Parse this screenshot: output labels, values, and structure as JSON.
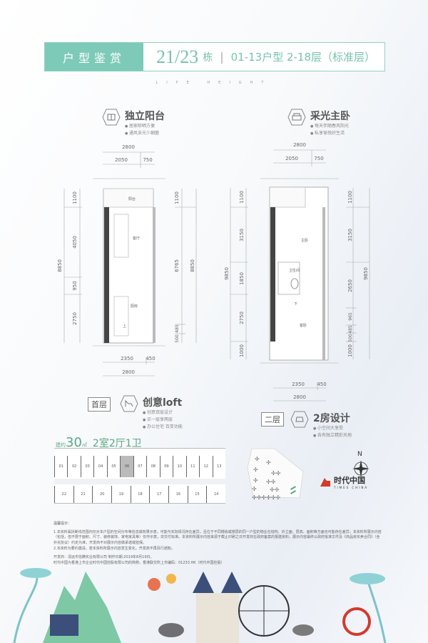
{
  "header": {
    "title": "户型鉴赏",
    "building": "21/23",
    "building_suffix": "栋",
    "unit_type": "01-13户型 2-18层（标准层）",
    "tagline": "LIFE HEIGHT"
  },
  "features": {
    "balcony": {
      "title": "独立阳台",
      "bullets": [
        "居家晾晒方便",
        "通风采光少细菌"
      ]
    },
    "bedroom": {
      "title": "采光主卧",
      "bullets": [
        "每天伴随春风阳光",
        "私享愉悦好生活"
      ]
    },
    "loft": {
      "floor": "首层",
      "title": "创意loft",
      "bullets": [
        "创意双层设计",
        "买一层享两层",
        "办公住宅 百变功能"
      ]
    },
    "tworoom": {
      "floor": "二层",
      "title": "2房设计",
      "bullets": [
        "小空间大享受",
        "各有独立精彩天地"
      ]
    }
  },
  "plan1": {
    "top": [
      "2800",
      "2050",
      "750"
    ],
    "left": [
      "1100",
      "4050",
      "950",
      "2750"
    ],
    "left_total": "8850",
    "right": [
      "1100",
      "6765",
      "500",
      "485"
    ],
    "right_total": "8850",
    "bottom": [
      "2350",
      "450",
      "2800"
    ],
    "rooms": [
      "阳台",
      "客厅",
      "厨房",
      "上"
    ]
  },
  "plan2": {
    "top": [
      "2800",
      "2050",
      "750"
    ],
    "left": [
      "1100",
      "3150",
      "1850",
      "2750",
      "1000"
    ],
    "left_total": "9850",
    "right": [
      "1100",
      "3150",
      "2650",
      "965",
      "485",
      "500",
      "1000"
    ],
    "right_total": "9850",
    "bottom": [
      "2350",
      "450",
      "2800"
    ],
    "rooms": [
      "主卧",
      "卫生间",
      "客卧",
      "下"
    ]
  },
  "area": {
    "prefix": "建约",
    "value": "30",
    "unit": "㎡",
    "layout": "2室2厅1卫"
  },
  "keyplan": {
    "top_units": [
      "01",
      "02",
      "03",
      "04",
      "05",
      "06",
      "07",
      "08",
      "09",
      "10",
      "11",
      "12",
      "13"
    ],
    "bottom_units": [
      "22",
      "21",
      "20",
      "19",
      "18",
      "17",
      "16",
      "15",
      "14"
    ],
    "highlight": "06"
  },
  "compass": "N",
  "brand": {
    "cn": "时代中国",
    "en": "TIMES CHINA",
    "color": "#d33a2c"
  },
  "notes": {
    "title": "温馨提示：",
    "items": [
      "1.本资料属拆断线范围内仅对本户型的空间分布等信息做效果示意，可能与实际情况存在差异，且位于不同楼栋或楼层的同一户型的物业在结构、外立面、层高、面积等方面也可能存在差异；本资料所展示内容（包括，但不限于面积、尺寸、装修装饰、家电家具等）仅作示意，非交付标准。本资料所展示内容来源于截止印刷之日开发商在政府备案的报建资料，展示内容最终以政府批准文件及《商品房买卖合同》（含补充协议）约定为准，开发商不对展示内容做承诺或担保。",
      "2.本资料为要约邀请，若本资料所展示内容发生变化，开发商不再另行通知。"
    ],
    "developer": "开发商：清远市信腾实业有限公司 制作日期:2019年8月19日。",
    "disclaimer": "时代中国为香港上市企业时代中国控股有限公司的简称，香港联交所上市编码：01233.HK（时代中国控股）"
  },
  "colors": {
    "accent": "#7ecab8",
    "green": "#5aa883"
  }
}
